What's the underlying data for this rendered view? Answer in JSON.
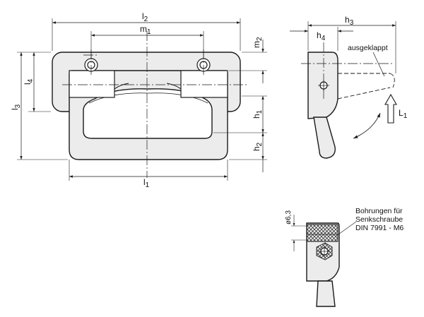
{
  "drawing": {
    "dimension_labels": {
      "l2": {
        "main": "l",
        "sub": "2"
      },
      "m1": {
        "main": "m",
        "sub": "1"
      },
      "m2": {
        "main": "m",
        "sub": "2"
      },
      "l4": {
        "main": "l",
        "sub": "4"
      },
      "l3": {
        "main": "l",
        "sub": "3"
      },
      "h1": {
        "main": "h",
        "sub": "1"
      },
      "h2": {
        "main": "h",
        "sub": "2"
      },
      "l1": {
        "main": "l",
        "sub": "1"
      },
      "h3": {
        "main": "h",
        "sub": "3"
      },
      "h4": {
        "main": "h",
        "sub": "4"
      },
      "L1": {
        "main": "L",
        "sub": "1"
      }
    },
    "side_view_note": "ausgeklappt",
    "detail_diameter": "ø6,3",
    "detail_note": [
      "Bohrungen für",
      "Senkschraube",
      "DIN 7991 - M6"
    ]
  },
  "colors": {
    "line": "#1a1a1a",
    "part_fill": "#ececec",
    "hatch": "#1a1a1a"
  }
}
